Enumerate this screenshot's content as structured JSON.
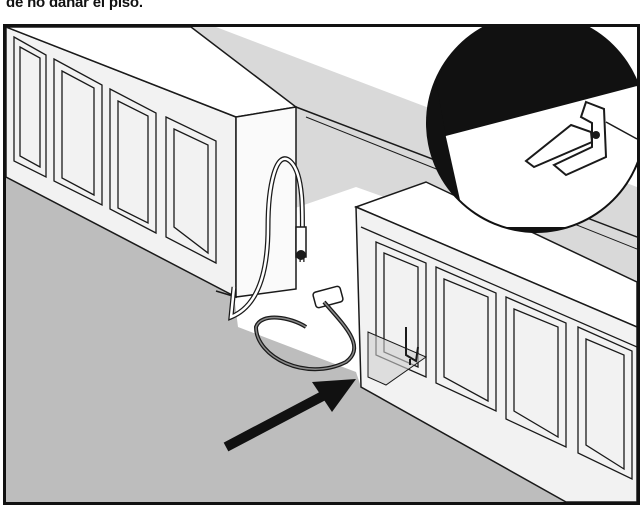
{
  "caption": {
    "text": "de no dañar el piso."
  },
  "illustration": {
    "subject": "dishwasher-installation-anti-tip-bracket",
    "colors": {
      "line": "#1a1a1a",
      "floor": "#bdbdbd",
      "wall": "#d9d9d9",
      "cabinet_face": "#f2f2f2",
      "countertop": "#ffffff",
      "inset_fill": "#111111",
      "arrow": "#111111"
    },
    "icons": [
      "arrow-pointer",
      "magnifier-inset",
      "anti-tip-bracket",
      "water-supply-hose",
      "electrical-connector"
    ]
  }
}
